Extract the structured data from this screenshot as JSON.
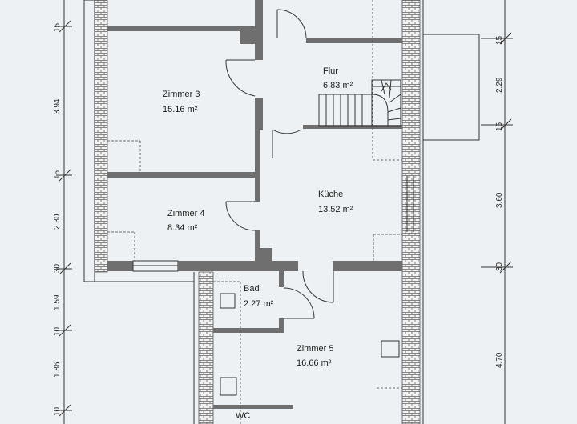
{
  "rooms": [
    {
      "name": "Zimmer 3",
      "area": "15.16 m²"
    },
    {
      "name": "Flur",
      "area": "6.83 m²"
    },
    {
      "name": "Zimmer 4",
      "area": "8.34 m²"
    },
    {
      "name": "Küche",
      "area": "13.52 m²"
    },
    {
      "name": "Bad",
      "area": "2.27 m²"
    },
    {
      "name": "Zimmer 5",
      "area": "16.66 m²"
    },
    {
      "name": "WC",
      "area": ""
    }
  ],
  "dimensions_left": [
    "15",
    "3.94",
    "15",
    "2.30",
    "30",
    "1.59",
    "10",
    "1.86",
    "10"
  ],
  "dimensions_right": [
    "15",
    "2.29",
    "15",
    "3.60",
    "30",
    "4.70"
  ]
}
